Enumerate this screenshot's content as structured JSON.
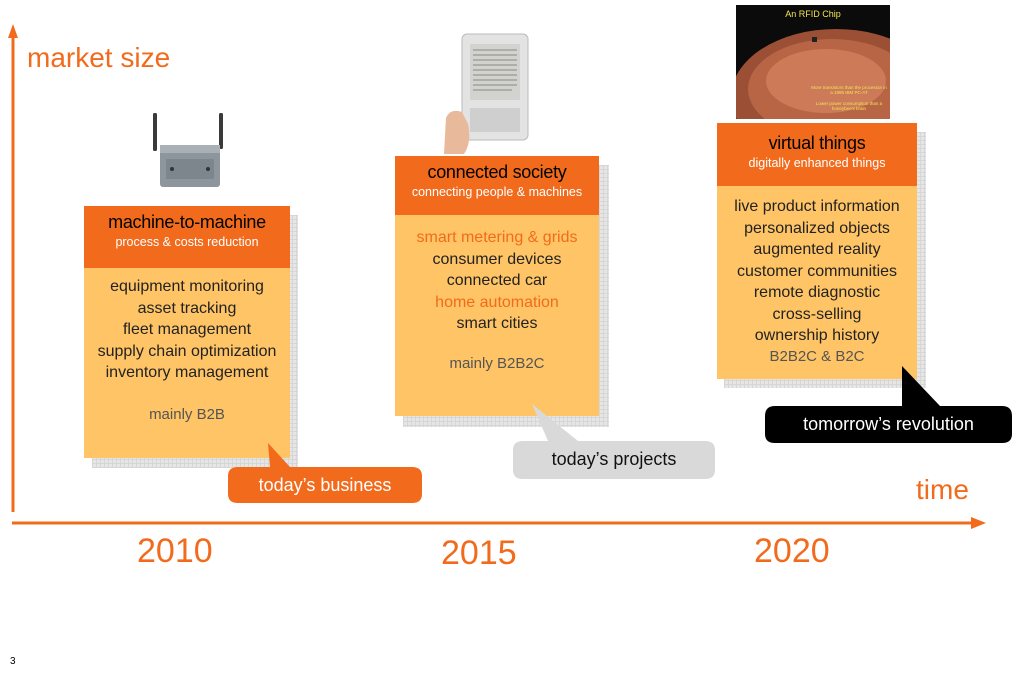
{
  "axes": {
    "y_label": "market size",
    "x_label": "time"
  },
  "years": [
    "2010",
    "2015",
    "2020"
  ],
  "cards": [
    {
      "title": "machine-to-machine",
      "subtitle": "process & costs reduction",
      "items": [
        {
          "text": "equipment monitoring",
          "highlight": false
        },
        {
          "text": "asset tracking",
          "highlight": false
        },
        {
          "text": "fleet management",
          "highlight": false
        },
        {
          "text": "supply chain optimization",
          "highlight": false
        },
        {
          "text": "inventory management",
          "highlight": false
        }
      ],
      "footer": "mainly B2B"
    },
    {
      "title": "connected society",
      "subtitle": "connecting people & machines",
      "items": [
        {
          "text": "smart metering & grids",
          "highlight": true
        },
        {
          "text": "consumer devices",
          "highlight": false
        },
        {
          "text": "connected car",
          "highlight": false
        },
        {
          "text": "home automation",
          "highlight": true
        },
        {
          "text": "smart cities",
          "highlight": false
        }
      ],
      "footer": "mainly B2B2C"
    },
    {
      "title": "virtual things",
      "subtitle": "digitally enhanced things",
      "items": [
        {
          "text": "live product information",
          "highlight": false
        },
        {
          "text": "personalized objects",
          "highlight": false
        },
        {
          "text": "augmented reality",
          "highlight": false
        },
        {
          "text": "customer communities",
          "highlight": false
        },
        {
          "text": "remote diagnostic",
          "highlight": false
        },
        {
          "text": "cross-selling",
          "highlight": false
        },
        {
          "text": "ownership history",
          "highlight": false
        }
      ],
      "footer": "B2B2C & B2C"
    }
  ],
  "callouts": [
    "today’s business",
    "today’s projects",
    "tomorrow’s revolution"
  ],
  "rfid_image": {
    "title": "An RFID Chip",
    "caption_1": "More transistors than the processor in a 1995 IBM PC-AT",
    "caption_2": "Lower power consumption than a honeybee's brain"
  },
  "slide_number": "3",
  "colors": {
    "accent": "#f26b1d",
    "card": "#ffc465",
    "dark_callout": "#000000",
    "grey_callout": "#d9d9d9"
  }
}
